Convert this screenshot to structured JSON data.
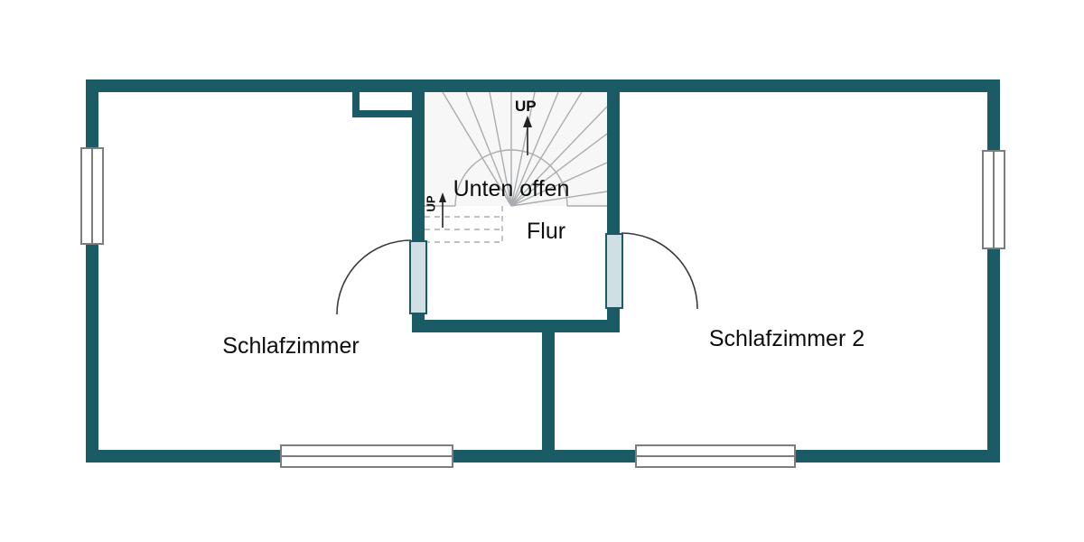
{
  "colors": {
    "wall": "#1a5b66",
    "door": "#cfdfe3",
    "stair_line": "#a9adb0",
    "stair_fill": "#f7f7f7"
  },
  "rooms": {
    "bedroom_left": {
      "label": "Schlafzimmer"
    },
    "bedroom_right": {
      "label": "Schlafzimmer 2"
    },
    "hall": {
      "label": "Flur"
    },
    "open_below": {
      "label": "Unten offen"
    }
  },
  "stairs": {
    "up_label_main": "UP",
    "up_label_side": "UP"
  }
}
